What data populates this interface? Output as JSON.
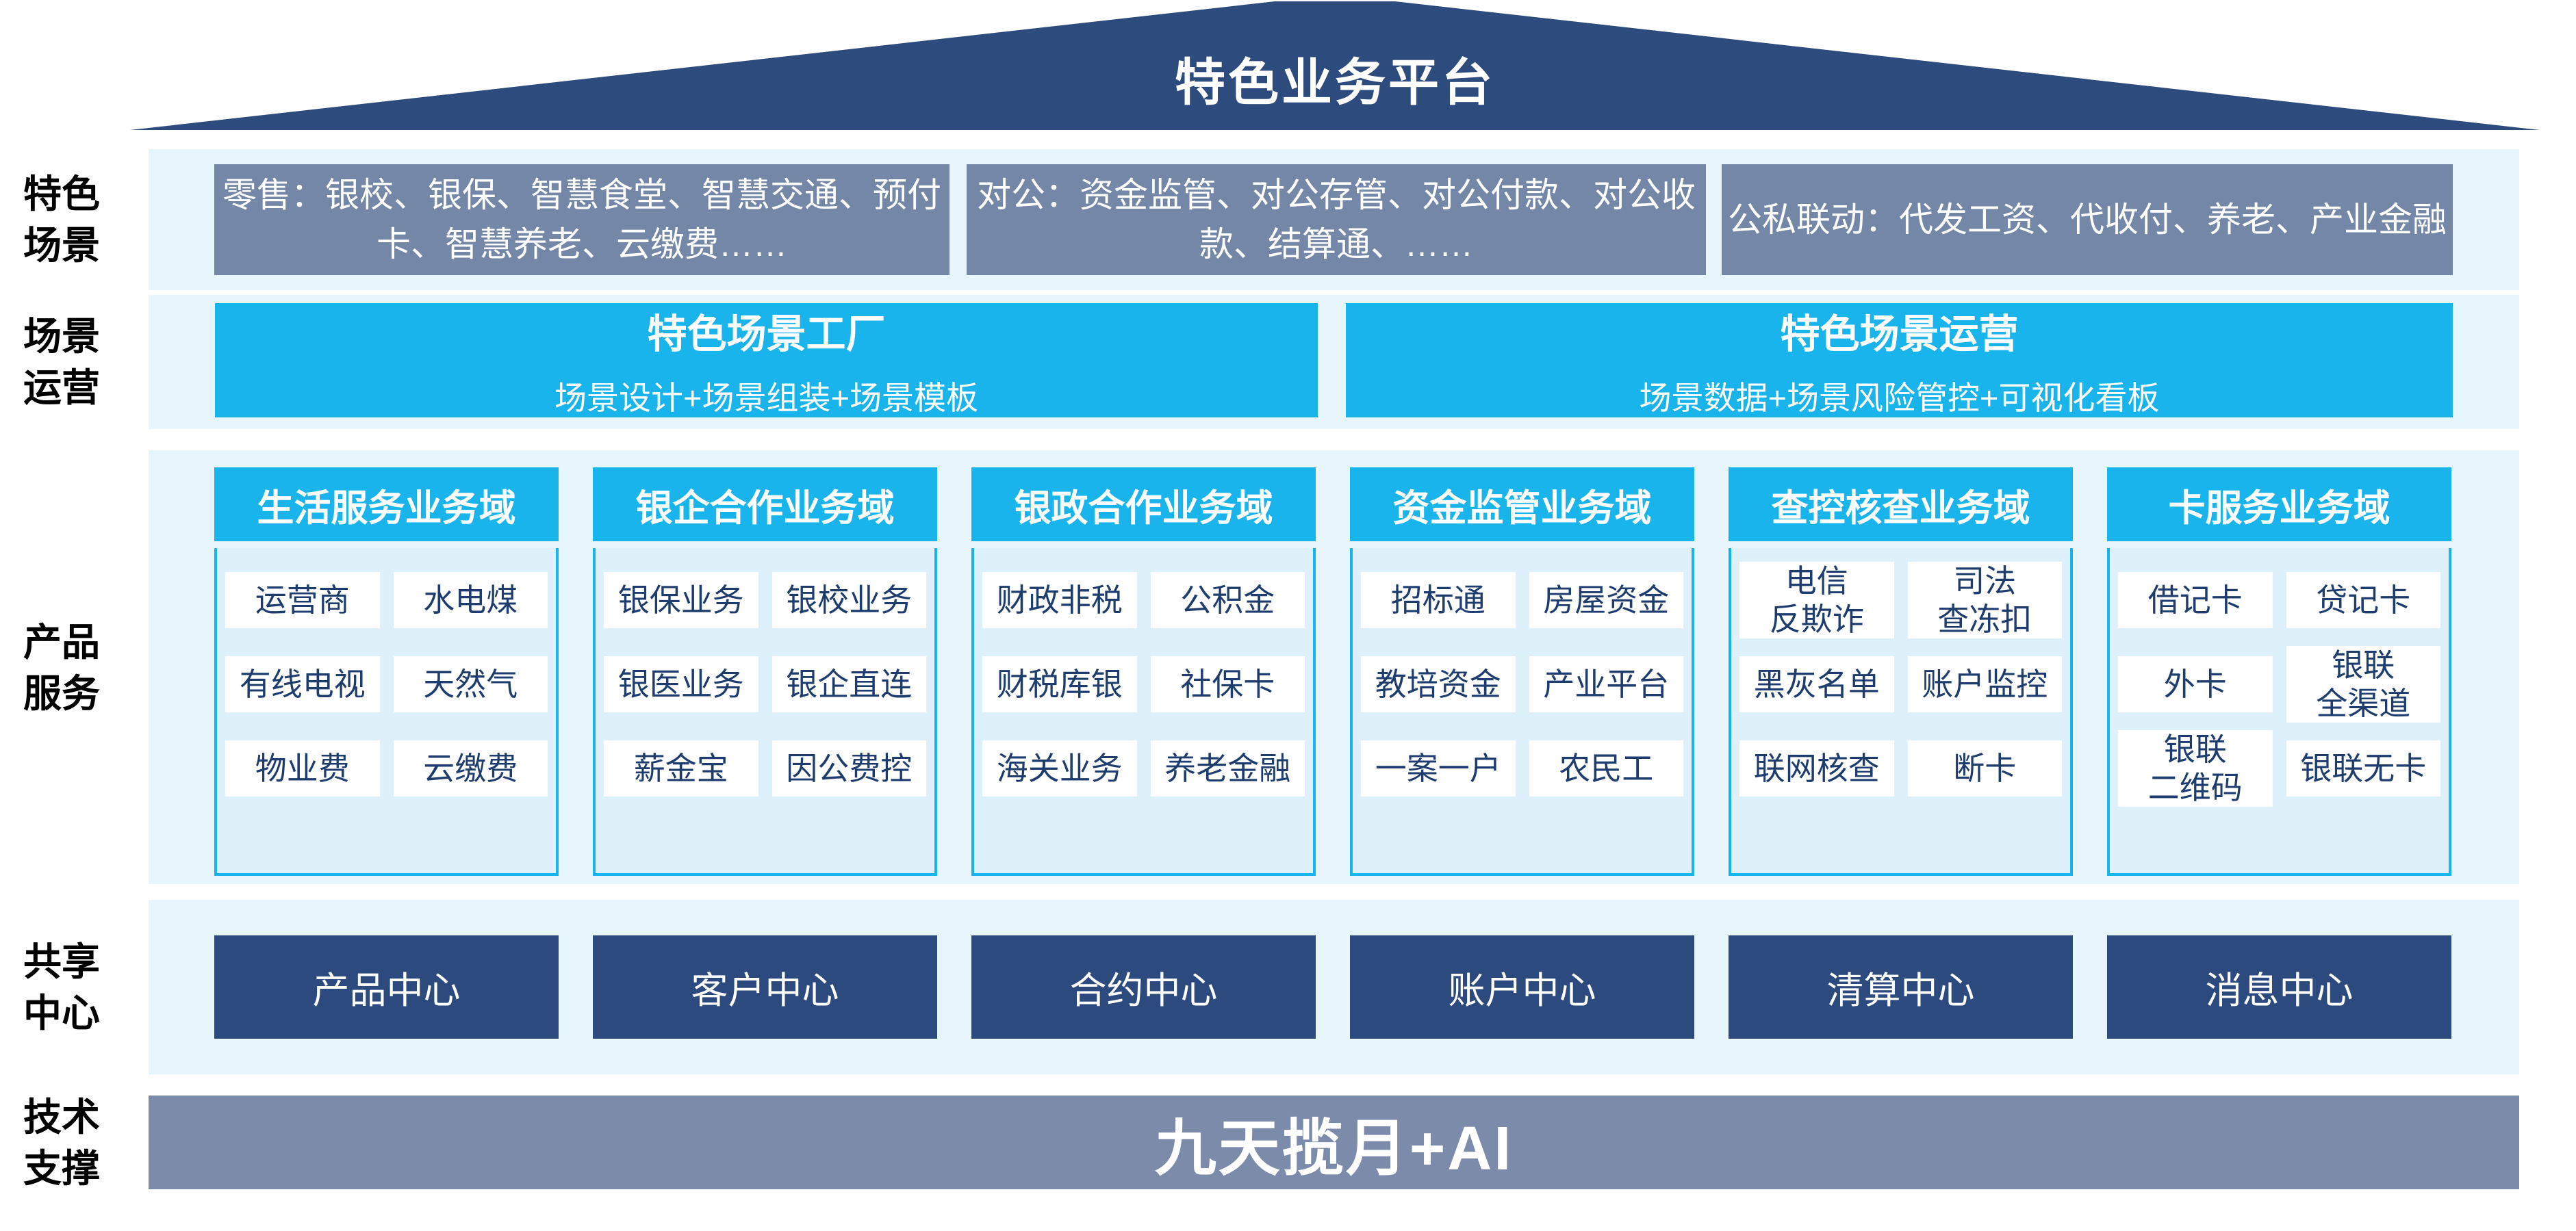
{
  "page_title": "特色业务平台",
  "colors": {
    "roof_navy": "#2E4B7D",
    "band_light_blue": "#E7F5FD",
    "scene_box_gray": "#7487A6",
    "accent_cyan": "#18B4EB",
    "column_body_blue": "#DEF1FB",
    "cell_text_navy": "#1E3C6E",
    "center_box_navy": "#2C4A7E",
    "tech_bar_gray": "#7C8BAA"
  },
  "roof": {
    "title": "特色业务平台"
  },
  "scene_row": {
    "label": "特色\n场景",
    "boxes": [
      "零售：银校、银保、智慧食堂、智慧交通、预付\n卡、智慧养老、云缴费……",
      "对公：资金监管、对公存管、对公付款、对公收\n款、结算通、……",
      "公私联动：代发工资、代收付、养老、产业金融"
    ]
  },
  "operation_row": {
    "label": "场景\n运营",
    "boxes": [
      {
        "title": "特色场景工厂",
        "subtitle": "场景设计+场景组装+场景模板"
      },
      {
        "title": "特色场景运营",
        "subtitle": "场景数据+场景风险管控+可视化看板"
      }
    ]
  },
  "product_row": {
    "label": "产品\n服务",
    "columns": [
      {
        "header": "生活服务业务域",
        "cells": [
          "运营商",
          "水电煤",
          "有线电视",
          "天然气",
          "物业费",
          "云缴费"
        ]
      },
      {
        "header": "银企合作业务域",
        "cells": [
          "银保业务",
          "银校业务",
          "银医业务",
          "银企直连",
          "薪金宝",
          "因公费控"
        ]
      },
      {
        "header": "银政合作业务域",
        "cells": [
          "财政非税",
          "公积金",
          "财税库银",
          "社保卡",
          "海关业务",
          "养老金融"
        ]
      },
      {
        "header": "资金监管业务域",
        "cells": [
          "招标通",
          "房屋资金",
          "教培资金",
          "产业平台",
          "一案一户",
          "农民工"
        ]
      },
      {
        "header": "查控核查业务域",
        "cells": [
          "电信\n反欺诈",
          "司法\n查冻扣",
          "黑灰名单",
          "账户监控",
          "联网核查",
          "断卡"
        ]
      },
      {
        "header": "卡服务业务域",
        "cells": [
          "借记卡",
          "贷记卡",
          "外卡",
          "银联\n全渠道",
          "银联\n二维码",
          "银联无卡"
        ]
      }
    ]
  },
  "center_row": {
    "label": "共享\n中心",
    "boxes": [
      "产品中心",
      "客户中心",
      "合约中心",
      "账户中心",
      "清算中心",
      "消息中心"
    ]
  },
  "tech_row": {
    "label": "技术\n支撑",
    "bar": "九天揽月+AI"
  }
}
